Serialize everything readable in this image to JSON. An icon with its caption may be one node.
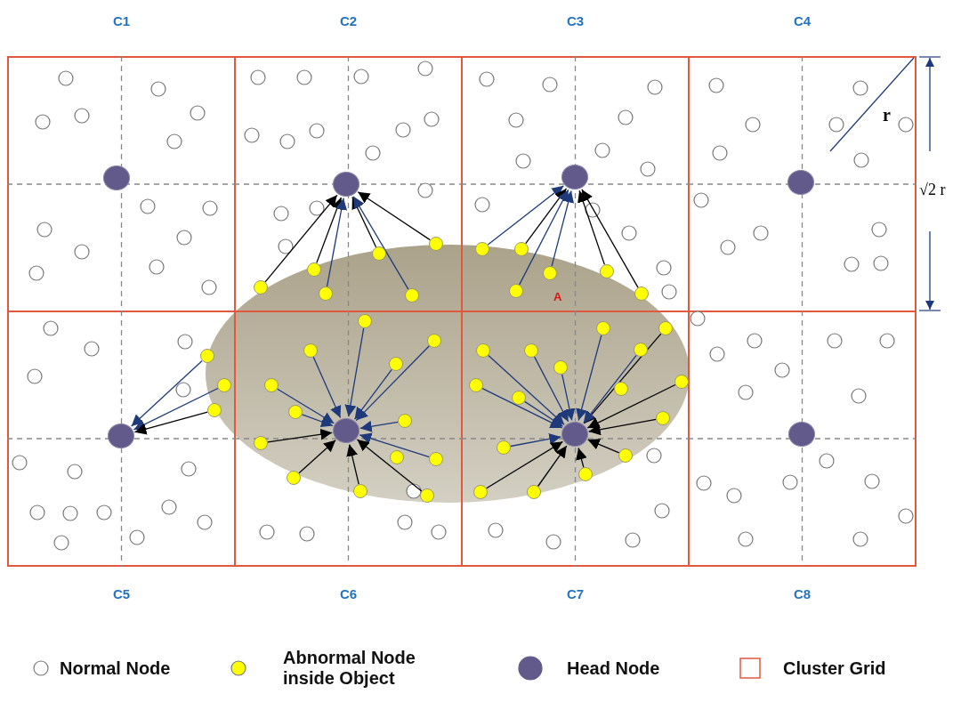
{
  "diagram": {
    "nodes": [
      {
        "text": [
          "C1"
        ]
      },
      {
        "text": [
          "C2"
        ]
      },
      {
        "text": [
          "C3"
        ]
      },
      {
        "text": [
          "C4"
        ]
      },
      {
        "text": [
          "C5"
        ]
      },
      {
        "text": [
          "C6"
        ]
      },
      {
        "text": [
          "C7"
        ]
      },
      {
        "text": [
          "C8"
        ]
      },
      {
        "text": [],
        "shape": "circle",
        "in": 0
      },
      {
        "text": [],
        "shape": "circle",
        "in": 1
      },
      {
        "text": [],
        "shape": "circle",
        "in": 2
      },
      {
        "text": [],
        "shape": "circle",
        "in": 3
      },
      {
        "text": [],
        "shape": "circle",
        "in": 4
      },
      {
        "text": [],
        "shape": "circle",
        "in": 5
      },
      {
        "text": [],
        "shape": "circle",
        "in": 6
      },
      {
        "text": [],
        "shape": "circle",
        "in": 7
      },
      {
        "text": [],
        "shape": "circle",
        "in": 1
      },
      {
        "text": [],
        "shape": "circle",
        "in": 1
      },
      {
        "text": [],
        "shape": "circle",
        "in": 1
      },
      {
        "text": [],
        "shape": "circle",
        "in": 1
      },
      {
        "text": [],
        "shape": "circle",
        "in": 1
      },
      {
        "text": [],
        "shape": "circle",
        "in": 1
      },
      {
        "text": [],
        "shape": "circle",
        "in": 2
      },
      {
        "text": [],
        "shape": "circle",
        "in": 2
      },
      {
        "text": [],
        "shape": "circle",
        "in": 2
      },
      {
        "text": [],
        "shape": "circle",
        "in": 2,
        "beside": [
          "A"
        ]
      },
      {
        "text": [],
        "shape": "circle",
        "in": 2
      },
      {
        "text": [],
        "shape": "circle",
        "in": 2
      },
      {
        "text": [],
        "shape": "circle",
        "in": 4
      },
      {
        "text": [],
        "shape": "circle",
        "in": 4
      },
      {
        "text": [],
        "shape": "circle",
        "in": 4
      },
      {
        "text": [],
        "shape": "circle",
        "in": 5
      },
      {
        "text": [],
        "shape": "circle",
        "in": 5
      },
      {
        "text": [],
        "shape": "circle",
        "in": 5
      },
      {
        "text": [],
        "shape": "circle",
        "in": 5
      },
      {
        "text": [],
        "shape": "circle",
        "in": 5
      },
      {
        "text": [],
        "shape": "circle",
        "in": 5
      },
      {
        "text": [],
        "shape": "circle",
        "in": 5
      },
      {
        "text": [],
        "shape": "circle",
        "in": 5
      },
      {
        "text": [],
        "shape": "circle",
        "in": 5
      },
      {
        "text": [],
        "shape": "circle",
        "in": 5
      },
      {
        "text": [],
        "shape": "circle",
        "in": 5
      },
      {
        "text": [],
        "shape": "circle",
        "in": 5
      },
      {
        "text": [],
        "shape": "circle",
        "in": 5
      },
      {
        "text": [],
        "shape": "circle",
        "in": 6
      },
      {
        "text": [],
        "shape": "circle",
        "in": 6
      },
      {
        "text": [],
        "shape": "circle",
        "in": 6
      },
      {
        "text": [],
        "shape": "circle",
        "in": 6
      },
      {
        "text": [],
        "shape": "circle",
        "in": 6
      },
      {
        "text": [],
        "shape": "circle",
        "in": 6
      },
      {
        "text": [],
        "shape": "circle",
        "in": 6
      },
      {
        "text": [],
        "shape": "circle",
        "in": 6
      },
      {
        "text": [],
        "shape": "circle",
        "in": 6
      },
      {
        "text": [],
        "shape": "circle",
        "in": 6
      },
      {
        "text": [],
        "shape": "circle",
        "in": 6
      },
      {
        "text": [],
        "shape": "circle",
        "in": 6
      },
      {
        "text": [],
        "shape": "circle",
        "in": 6
      },
      {
        "text": [],
        "shape": "circle",
        "in": 6
      },
      {
        "text": [],
        "shape": "circle",
        "in": 6
      },
      {
        "text": [],
        "shape": "circle",
        "in": 6
      }
    ],
    "edges": [
      {
        "from": 16,
        "to": 9,
        "arrow": "to",
        "color": "#000000"
      },
      {
        "from": 17,
        "to": 9,
        "arrow": "to",
        "color": "#000000"
      },
      {
        "from": 18,
        "to": 9,
        "arrow": "to"
      },
      {
        "from": 19,
        "to": 9,
        "arrow": "to",
        "color": "#000000"
      },
      {
        "from": 20,
        "to": 9,
        "arrow": "to"
      },
      {
        "from": 21,
        "to": 9,
        "arrow": "to",
        "color": "#000000"
      },
      {
        "from": 22,
        "to": 10,
        "arrow": "to"
      },
      {
        "from": 23,
        "to": 10,
        "arrow": "to",
        "color": "#000000"
      },
      {
        "from": 24,
        "to": 10,
        "arrow": "to"
      },
      {
        "from": 25,
        "to": 10,
        "arrow": "to"
      },
      {
        "from": 26,
        "to": 10,
        "arrow": "to",
        "color": "#000000"
      },
      {
        "from": 27,
        "to": 10,
        "arrow": "to",
        "color": "#000000"
      },
      {
        "from": 28,
        "to": 12,
        "arrow": "to"
      },
      {
        "from": 29,
        "to": 12,
        "arrow": "to"
      },
      {
        "from": 30,
        "to": 12,
        "arrow": "to",
        "color": "#000000"
      },
      {
        "from": 31,
        "to": 13,
        "arrow": "to"
      },
      {
        "from": 32,
        "to": 13,
        "arrow": "to"
      },
      {
        "from": 33,
        "to": 13,
        "arrow": "to"
      },
      {
        "from": 34,
        "to": 13,
        "arrow": "to"
      },
      {
        "from": 35,
        "to": 13,
        "arrow": "to"
      },
      {
        "from": 36,
        "to": 13,
        "arrow": "to"
      },
      {
        "from": 37,
        "to": 13,
        "arrow": "to"
      },
      {
        "from": 38,
        "to": 13,
        "arrow": "to",
        "color": "#000000"
      },
      {
        "from": 39,
        "to": 13,
        "arrow": "to"
      },
      {
        "from": 41,
        "to": 13,
        "arrow": "to",
        "color": "#000000"
      },
      {
        "from": 42,
        "to": 13,
        "arrow": "to",
        "color": "#000000"
      },
      {
        "from": 43,
        "to": 13,
        "arrow": "to",
        "color": "#000000"
      },
      {
        "from": 44,
        "to": 14,
        "arrow": "to"
      },
      {
        "from": 45,
        "to": 14,
        "arrow": "to",
        "color": "#000000"
      },
      {
        "from": 46,
        "to": 14,
        "arrow": "to"
      },
      {
        "from": 47,
        "to": 14,
        "arrow": "to"
      },
      {
        "from": 48,
        "to": 14,
        "arrow": "to"
      },
      {
        "from": 49,
        "to": 14,
        "arrow": "to"
      },
      {
        "from": 50,
        "to": 14,
        "arrow": "to",
        "color": "#000000"
      },
      {
        "from": 51,
        "to": 14,
        "arrow": "to"
      },
      {
        "from": 53,
        "to": 14,
        "arrow": "to"
      },
      {
        "from": 54,
        "to": 14,
        "arrow": "to",
        "color": "#000000"
      },
      {
        "from": 55,
        "to": 14,
        "arrow": "to"
      },
      {
        "from": 56,
        "to": 14,
        "arrow": "to",
        "color": "#000000"
      },
      {
        "from": 57,
        "to": 14,
        "arrow": "to",
        "color": "#000000"
      },
      {
        "from": 58,
        "to": 14,
        "arrow": "to",
        "color": "#000000"
      },
      {
        "from": 59,
        "to": 14,
        "arrow": "to",
        "color": "#000000"
      }
    ],
    "labels": [
      "r",
      "√2 r"
    ],
    "legend": [
      {
        "text": "Normal Node"
      },
      {
        "text": "Abnormal Node inside Object"
      },
      {
        "text": "Head Node"
      },
      {
        "text": "Cluster Grid"
      }
    ]
  }
}
